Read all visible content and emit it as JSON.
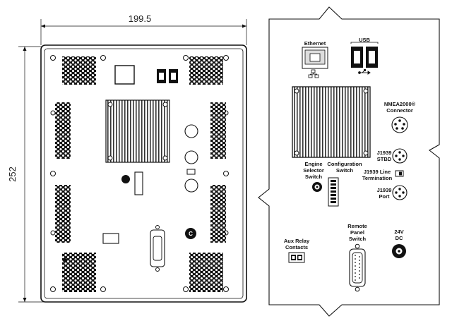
{
  "dimensions": {
    "width": "199.5",
    "height": "252"
  },
  "labels": {
    "ethernet": "Ethernet",
    "usb": "USB",
    "nmea_1": "NMEA2000®",
    "nmea_2": "Connector",
    "j1939_stbd_1": "J1939",
    "j1939_stbd_2": "STBD",
    "engine_1": "Engine",
    "engine_2": "Selector",
    "engine_3": "Switch",
    "config_1": "Configuration",
    "config_2": "Switch",
    "term_1": "J1939 Line",
    "term_2": "Termination",
    "j1939_port_1": "J1939",
    "j1939_port_2": "Port",
    "aux_1": "Aux Relay",
    "aux_2": "Contacts",
    "remote_1": "Remote",
    "remote_2": "Panel",
    "remote_3": "Switch",
    "power_1": "24V",
    "power_2": "DC",
    "cap_c": "C"
  }
}
